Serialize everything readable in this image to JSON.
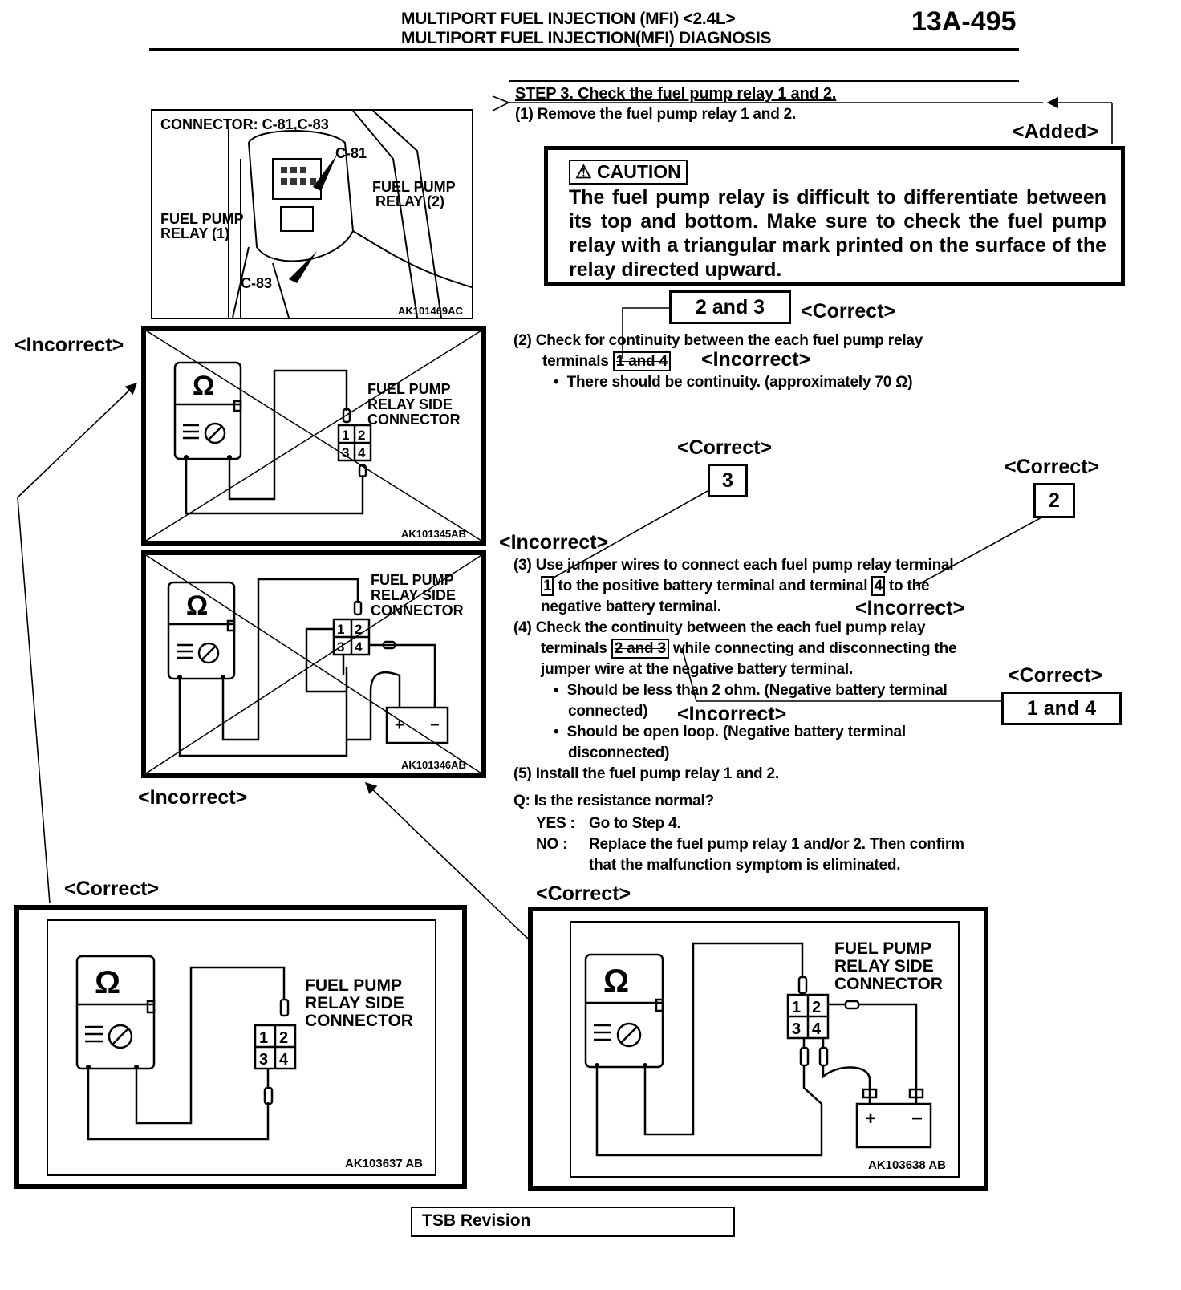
{
  "header": {
    "title_line1": "MULTIPORT FUEL INJECTION (MFI) <2.4L>",
    "title_line2": "MULTIPORT FUEL INJECTION(MFI) DIAGNOSIS",
    "page_number": "13A-495"
  },
  "step": {
    "title": "STEP 3. Check the fuel pump relay 1 and 2.",
    "item1": "(1) Remove the fuel pump relay 1 and 2.",
    "added_label": "<Added>",
    "caution_title": "CAUTION",
    "caution_text": "The fuel pump relay is difficult to differentiate between its top and bottom. Make sure to check the fuel pump relay with a triangular mark printed on the surface of the relay directed upward.",
    "item2_line1": "(2) Check for continuity between the each fuel pump relay",
    "item2_line2a": "terminals",
    "item2_old": "1 and 4",
    "item2_bullet": "There should be continuity. (approximately 70 Ω)",
    "item3_line1": "(3) Use jumper wires to connect each fuel pump relay terminal",
    "item3_line2a": "1",
    "item3_line2b": "to the positive battery terminal and terminal",
    "item3_line2c": "4",
    "item3_line2d": "to the",
    "item3_line3": "negative battery terminal.",
    "item4_line1": "(4) Check the continuity between the each fuel pump relay",
    "item4_line2a": "terminals",
    "item4_old": "2 and 3",
    "item4_line2b": "while connecting and disconnecting the",
    "item4_line3": "jumper wire at the negative battery terminal.",
    "item4_b1_line1": "Should be less than 2 ohm. (Negative battery terminal",
    "item4_b1_line2": "connected)",
    "item4_b2_line1": "Should be open loop. (Negative battery terminal",
    "item4_b2_line2": "disconnected)",
    "item5": "(5) Install the fuel pump relay 1 and 2.",
    "question": "Q: Is the resistance normal?",
    "yes_label": "YES :",
    "yes_text": "Go to Step 4.",
    "no_label": "NO :",
    "no_line1": "Replace the fuel pump relay 1 and/or 2. Then confirm",
    "no_line2": "that the malfunction symptom is eliminated."
  },
  "corrections": {
    "box_2and3": "2 and 3",
    "box_3": "3",
    "box_2": "2",
    "box_1and4": "1 and 4",
    "correct": "<Correct>",
    "incorrect": "<Incorrect>"
  },
  "figures": {
    "connector_label": "CONNECTOR: C-81,C-83",
    "c81": "C-81",
    "c83": "C-83",
    "relay2_line1": "FUEL PUMP",
    "relay2_line2": "RELAY (2)",
    "relay1_line1": "FUEL PUMP",
    "relay1_line2": "RELAY (1)",
    "code_location": "AK101469AC",
    "side_line1": "FUEL PUMP",
    "side_line2": "RELAY SIDE",
    "side_line3": "CONNECTOR",
    "code_old1": "AK101345AB",
    "code_old2": "AK101346AB",
    "code_new1": "AK103637 AB",
    "code_new2": "AK103638 AB",
    "ohm": "Ω",
    "t1": "1",
    "t2": "2",
    "t3": "3",
    "t4": "4",
    "plus": "+",
    "minus": "−"
  },
  "footer": {
    "tsb": "TSB Revision"
  }
}
